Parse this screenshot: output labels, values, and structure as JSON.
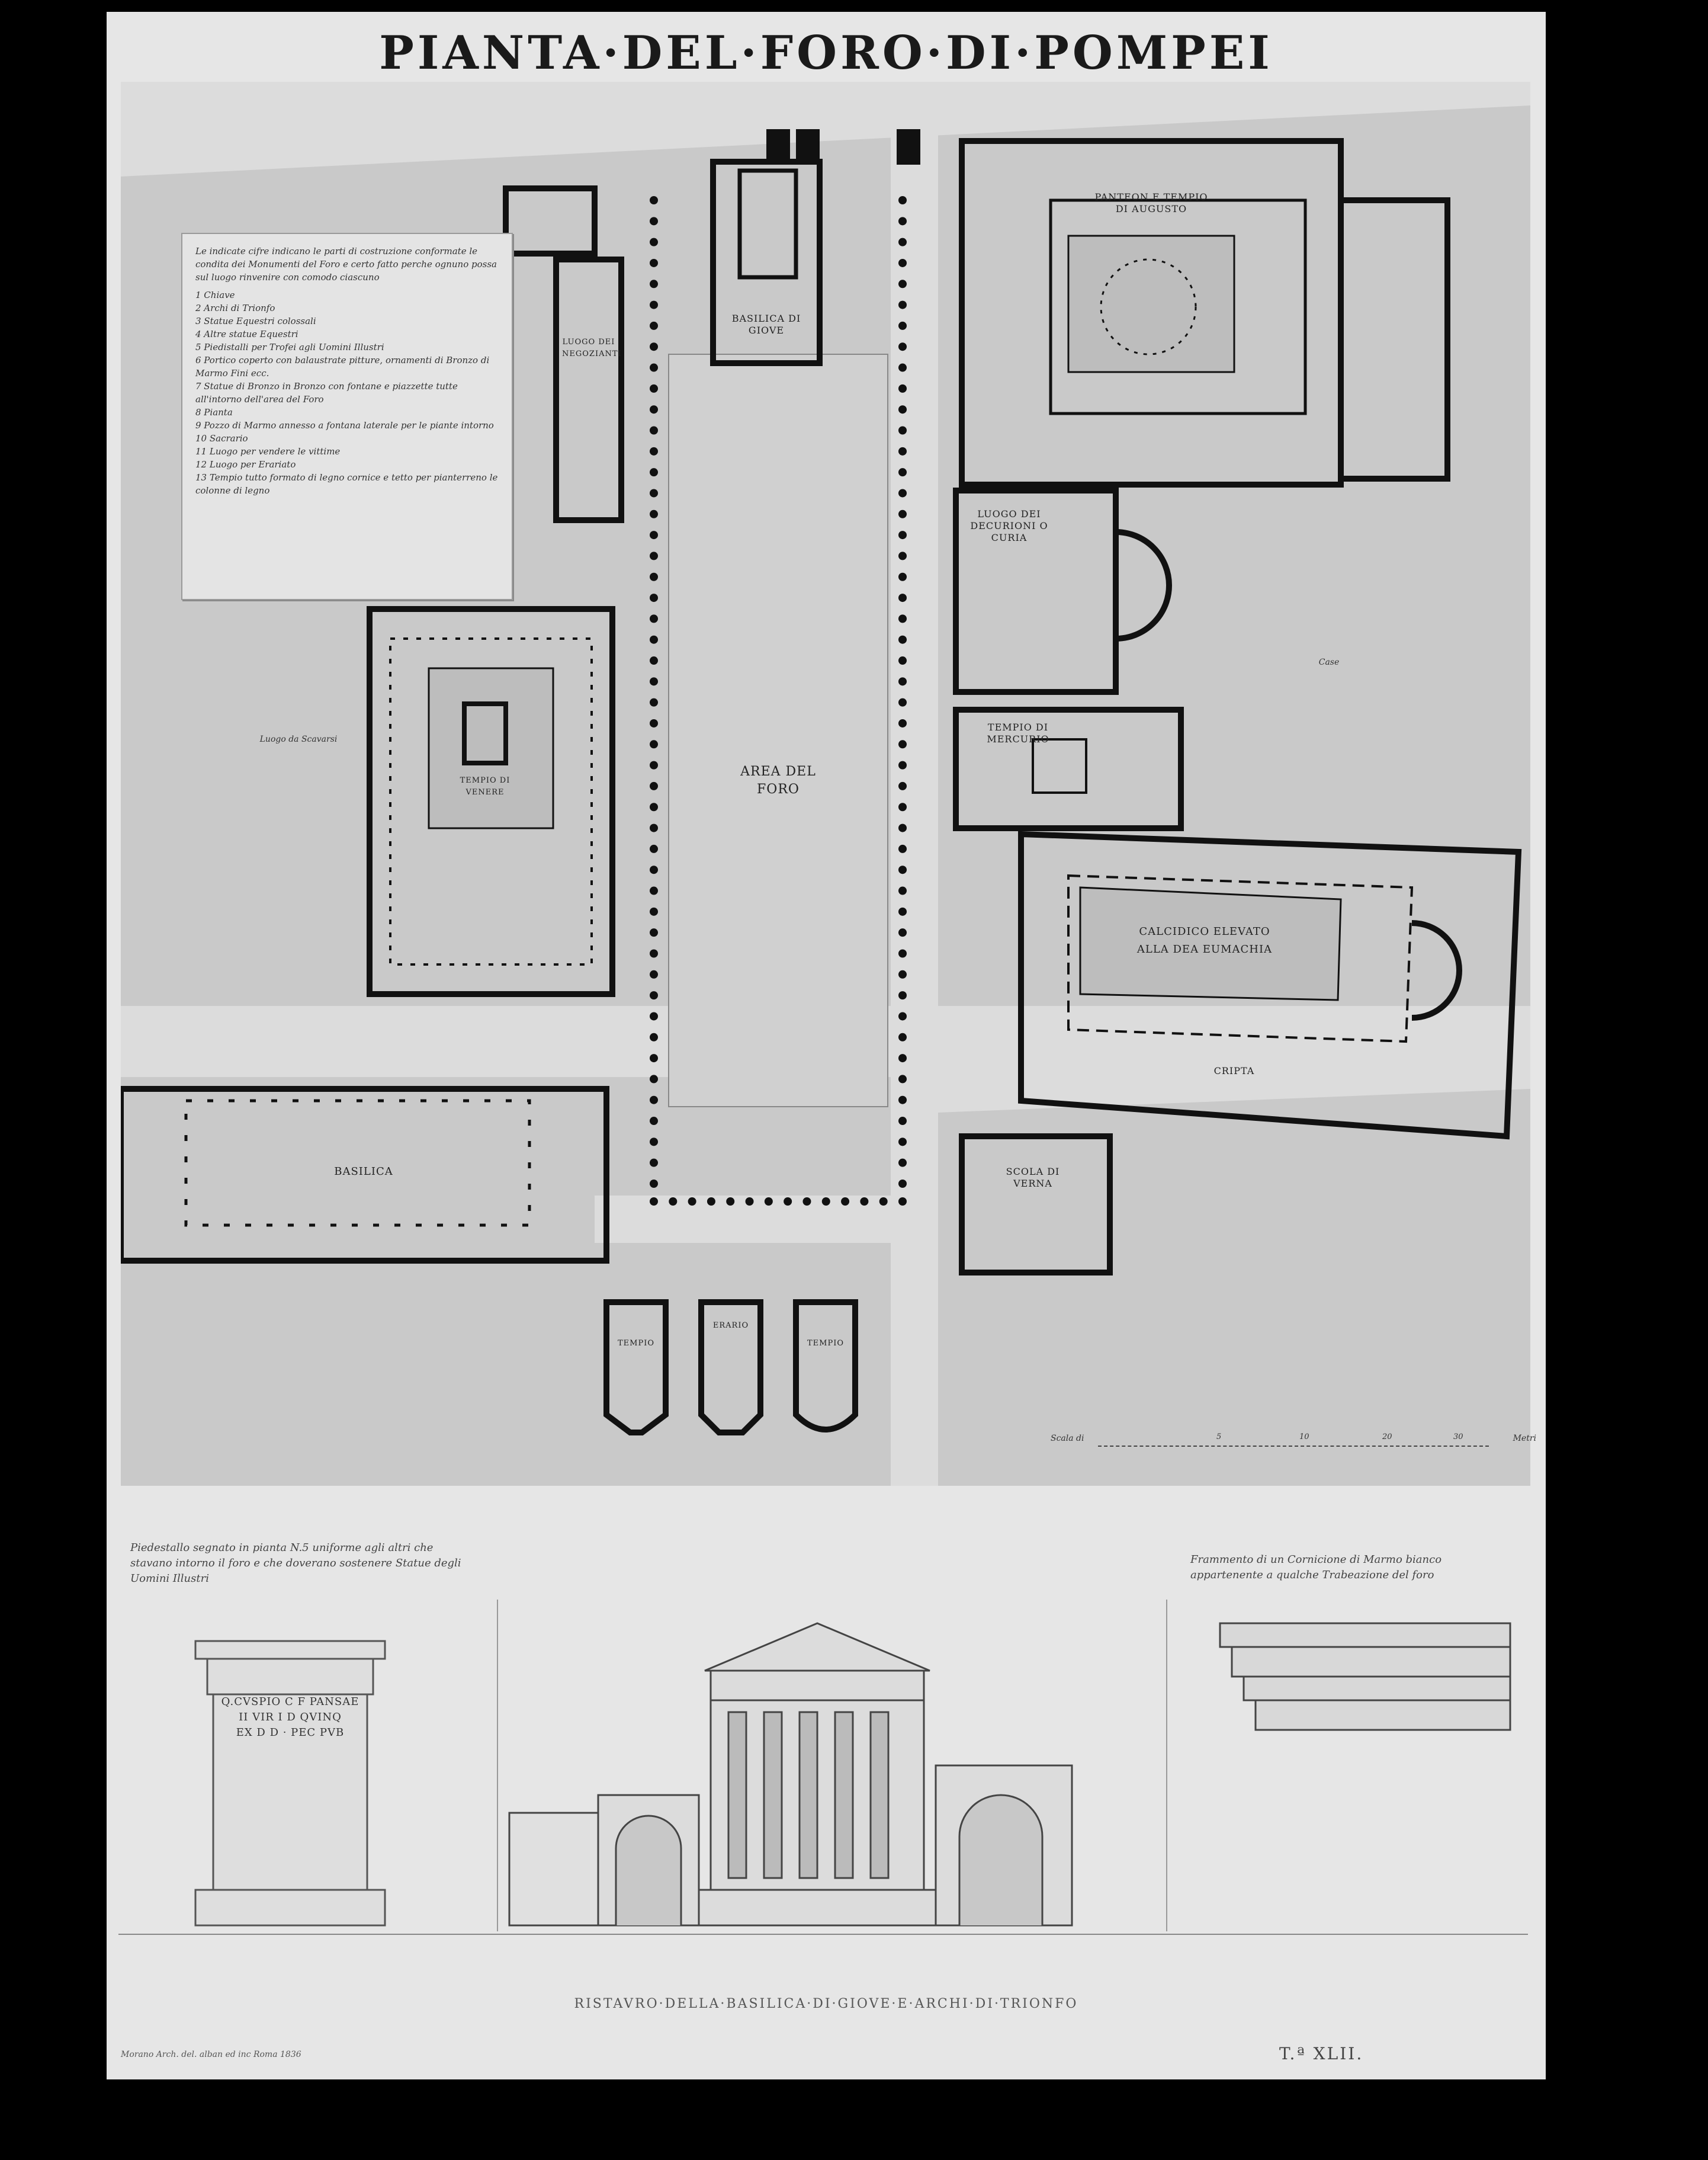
{
  "title": "PIANTA·DEL·FORO·DI·POMPEI",
  "legend": {
    "intro": "Le indicate cifre indicano le parti di costruzione conformate le condita dei Monumenti del Foro e certo fatto perche ognuno possa sul luogo rinvenire con comodo ciascuno",
    "items": [
      "1 Chiave",
      "2 Archi di Trionfo",
      "3 Statue Equestri colossali",
      "4 Altre statue Equestri",
      "5 Piedistalli per Trofei agli Uomini Illustri",
      "6 Portico coperto con balaustrate pitture, ornamenti di Bronzo di Marmo Fini ecc.",
      "7 Statue di Bronzo in Bronzo con fontane e piazzette tutte all'intorno dell'area del Foro",
      "8 Pianta",
      "9 Pozzo di Marmo annesso a fontana laterale per le piante intorno",
      "10 Sacrario",
      "11 Luogo per vendere le vittime",
      "12 Luogo per Erariato",
      "13 Tempio tutto formato di legno cornice e tetto per pianterreno le colonne di legno"
    ]
  },
  "labels": {
    "area_del_foro": "AREA DEL FORO",
    "basilica_giove": "BASILICA DI GIOVE",
    "luogo_negozianti": "LUOGO DEI NEGOZIANTI",
    "pantheon": "PANTEON E TEMPIO DI AUGUSTO",
    "luogo_decurioni": "LUOGO DEI DECURIONI O CURIA",
    "tempio_mercurio": "TEMPIO DI MERCURIO",
    "calcidico": "CALCIDICO ELEVATO ALLA DEA EUMACHIA",
    "cripta": "CRIPTA",
    "tempio_venere": "TEMPIO DI VENERE",
    "luogo_scavare": "Luogo da Scavarsi",
    "case": "Case",
    "basilica": "BASILICA",
    "scola_verna": "SCOLA DI VERNA",
    "tempio_1": "TEMPIO",
    "erario": "ERARIO",
    "tempio_2": "TEMPIO"
  },
  "scale": {
    "label": "Scala di",
    "ticks": [
      "5",
      "10",
      "20",
      "30"
    ],
    "units": "Metri"
  },
  "captions": {
    "left": "Piedestallo segnato in pianta N.5 uniforme agli altri che stavano intorno il foro e che doverano sostenere Statue degli Uomini Illustri",
    "right": "Frammento di un Cornicione di Marmo bianco appartenente a qualche Trabeazione del foro",
    "inscription": [
      "Q.CVSPIO C F PANSAE",
      "II VIR I D QVINQ",
      "EX D D · PEC PVB"
    ],
    "restauro": "RISTAVRO·DELLA·BASILICA·DI·GIOVE·E·ARCHI·DI·TRIONFO",
    "credit": "Morano Arch. del. alban ed inc Roma 1836",
    "plate": "T.ª XLII."
  }
}
